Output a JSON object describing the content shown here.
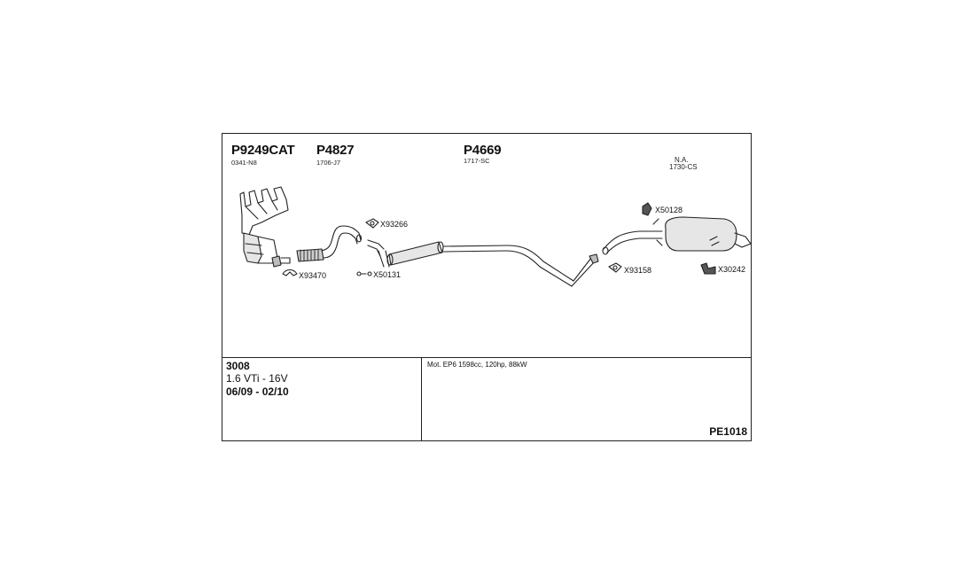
{
  "parts": {
    "p1": {
      "number": "P9249CAT",
      "sub": "0341-N8"
    },
    "p2": {
      "number": "P4827",
      "sub": "1706-J7"
    },
    "p3": {
      "number": "P4669",
      "sub": "1717-SC"
    },
    "p4": {
      "number": "N.A.",
      "sub": "1730-CS"
    }
  },
  "accessories": {
    "a1": "X93266",
    "a2": "X93470",
    "a3": "X50131",
    "a4": "X50128",
    "a5": "X93158",
    "a6": "X30242"
  },
  "vehicle": {
    "model": "3008",
    "engine": "1.6 VTi - 16V",
    "years": "06/09 - 02/10"
  },
  "motor_info": "Mot. EP6 1598cc, 120hp, 88kW",
  "reference": "PE1018"
}
